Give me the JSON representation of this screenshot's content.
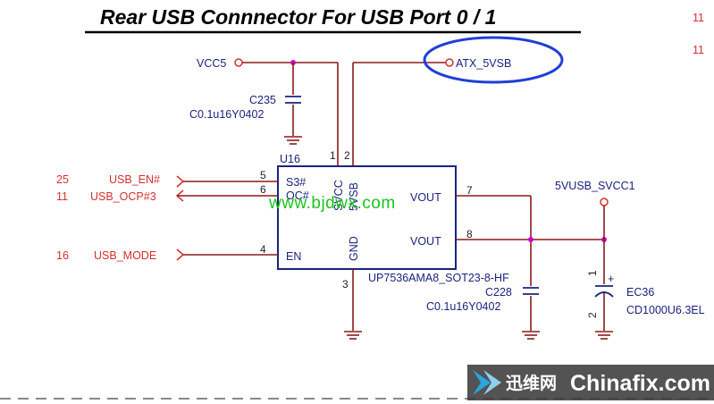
{
  "title": "Rear USB Connnector For USB Port 0 / 1",
  "page_refs": [
    "11",
    "11"
  ],
  "power_nets": {
    "vcc5": "VCC5",
    "atx_5vsb": "ATX_5VSB",
    "svcc_out": "5VUSB_SVCC1"
  },
  "ic": {
    "ref": "U16",
    "part": "UP7536AMA8_SOT23-8-HF",
    "pin_names": {
      "s3": "S3#",
      "oc": "OC#",
      "en": "EN",
      "vout1": "VOUT",
      "vout2": "VOUT",
      "svcc": "SVCC",
      "vsb": "5VSB",
      "gnd": "GND"
    },
    "pin_numbers": {
      "p1": "1",
      "p2": "2",
      "p3": "3",
      "p4": "4",
      "p5": "5",
      "p6": "6",
      "p7": "7",
      "p8": "8"
    }
  },
  "signals": {
    "usb_en": {
      "name": "USB_EN#",
      "page": "25"
    },
    "usb_ocp": {
      "name": "USB_OCP#3",
      "page": "11"
    },
    "usb_mode": {
      "name": "USB_MODE",
      "page": "16"
    }
  },
  "caps": {
    "c235": {
      "ref": "C235",
      "value": "C0.1u16Y0402"
    },
    "c228": {
      "ref": "C228",
      "value": "C0.1u16Y0402"
    },
    "ec36": {
      "ref": "EC36",
      "value": "CD1000U6.3EL",
      "pin1": "1",
      "pin2": "2",
      "plus": "+"
    }
  },
  "watermark": "www.bjdwx.com",
  "logo": {
    "cn": "迅维网",
    "en": "Chinafix.com"
  },
  "colors": {
    "wire": "#8b1a1a",
    "component": "#1a237e",
    "signal": "#d32f2f",
    "highlight": "#1f3fd6",
    "watermark": "#19c419"
  }
}
